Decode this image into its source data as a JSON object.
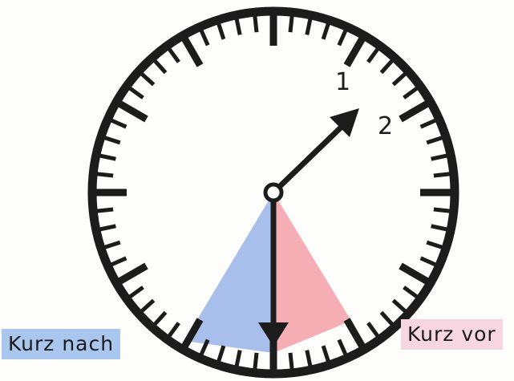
{
  "clock": {
    "numerals": [
      "1",
      "2"
    ],
    "hour_hand_points_to": 2,
    "minute_hand_points_to_minute": 30,
    "colors": {
      "ink": "#1c1c1c",
      "sector_before_half": "#86a6e6",
      "sector_after_half": "#f08f99"
    }
  },
  "labels": {
    "kurz_nach": "Kurz nach",
    "kurz_vor": "Kurz vor"
  }
}
